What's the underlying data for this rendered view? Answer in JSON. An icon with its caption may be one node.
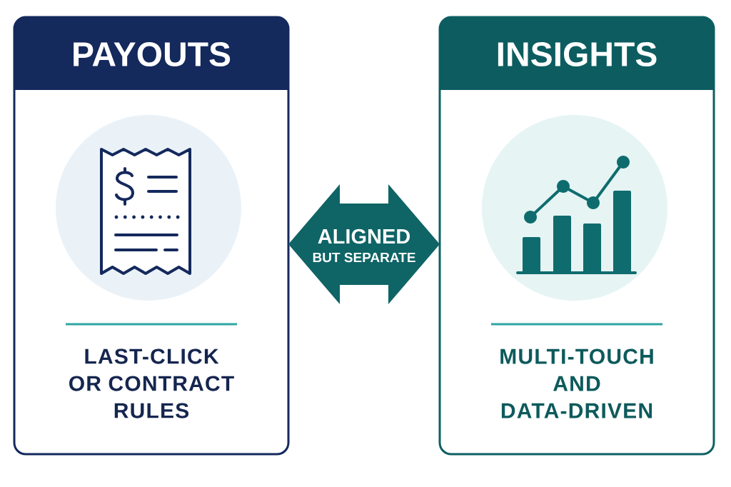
{
  "diagram": {
    "nodes": [
      {
        "text": [
          "PAYOUTS",
          "LAST-CLICK OR CONTRACT RULES"
        ]
      },
      {
        "text": [
          "INSIGHTS",
          "MULTI-TOUCH AND DATA-DRIVEN"
        ]
      }
    ],
    "edges": [
      {
        "from": 0,
        "to": 1,
        "arrow": "both",
        "label": "**ALIGNED** BUT SEPARATE"
      }
    ]
  }
}
